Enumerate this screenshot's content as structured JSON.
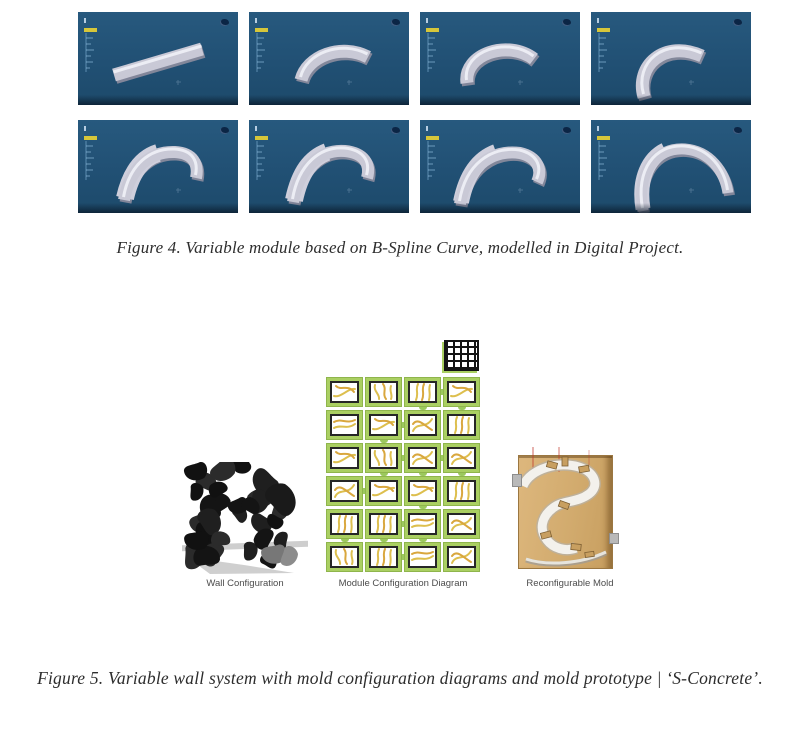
{
  "figure4": {
    "caption": "Figure 4.  Variable module based on B-Spline Curve, modelled in Digital Project.",
    "tile_count": 8,
    "colors": {
      "viewport_bg": "#215074",
      "module": "#c9c9d6",
      "module_shadow": "#8d8d9e",
      "module_highlight": "#ecedf4",
      "tree_highlight": "#d6c63a",
      "compass": "#0b2545"
    }
  },
  "figure5": {
    "caption": "Figure 5.  Variable wall system with mold configuration diagrams and mold prototype | ‘S-Concrete’.",
    "labels": [
      "Wall Configuration",
      "Module Configuration Diagram",
      "Reconfigurable Mold"
    ],
    "diagram": {
      "rows": 6,
      "cols": 4,
      "has_grid_legend_cell": true,
      "colors": {
        "frame": "#aacf62",
        "border": "#262626",
        "curves": "#ddbf4e"
      }
    },
    "wall": {
      "colors": {
        "modules": "#1c1c1c",
        "shadow": "#c6c6c6"
      }
    },
    "mold": {
      "colors": {
        "wood": "#d2ab6e",
        "strip": "#f3f1ec",
        "marks": "#c0392b"
      }
    }
  }
}
